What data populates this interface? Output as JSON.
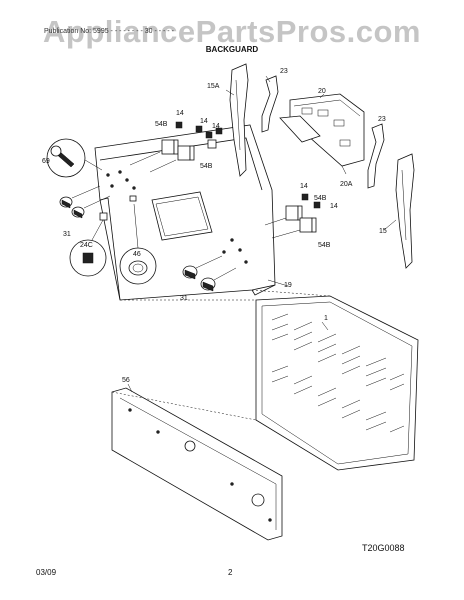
{
  "watermark": "AppliancePartsPros.com",
  "publication_line": "Publication No: 5995 - - - - -       - - - 30 - - - - -",
  "section_title": "BACKGUARD",
  "diagram_code": "T20G0088",
  "footer": {
    "date": "03/09",
    "page": "2"
  },
  "callouts": [
    {
      "id": "c15a",
      "text": "15A"
    },
    {
      "id": "c23a",
      "text": "23"
    },
    {
      "id": "c20",
      "text": "20"
    },
    {
      "id": "c23b",
      "text": "23"
    },
    {
      "id": "c14a",
      "text": "14"
    },
    {
      "id": "c14b",
      "text": "14"
    },
    {
      "id": "c14c",
      "text": "14"
    },
    {
      "id": "c54ba",
      "text": "54B"
    },
    {
      "id": "c54bb",
      "text": "54B"
    },
    {
      "id": "c69",
      "text": "69"
    },
    {
      "id": "c20a",
      "text": "20A"
    },
    {
      "id": "c14d",
      "text": "14"
    },
    {
      "id": "c54bc",
      "text": "54B"
    },
    {
      "id": "c14e",
      "text": "14"
    },
    {
      "id": "c15",
      "text": "15"
    },
    {
      "id": "c31a",
      "text": "31"
    },
    {
      "id": "c24c",
      "text": "24C"
    },
    {
      "id": "c46",
      "text": "46"
    },
    {
      "id": "c54bd",
      "text": "54B"
    },
    {
      "id": "c19",
      "text": "19"
    },
    {
      "id": "c31b",
      "text": "31"
    },
    {
      "id": "c1",
      "text": "1"
    },
    {
      "id": "c56",
      "text": "56"
    }
  ]
}
